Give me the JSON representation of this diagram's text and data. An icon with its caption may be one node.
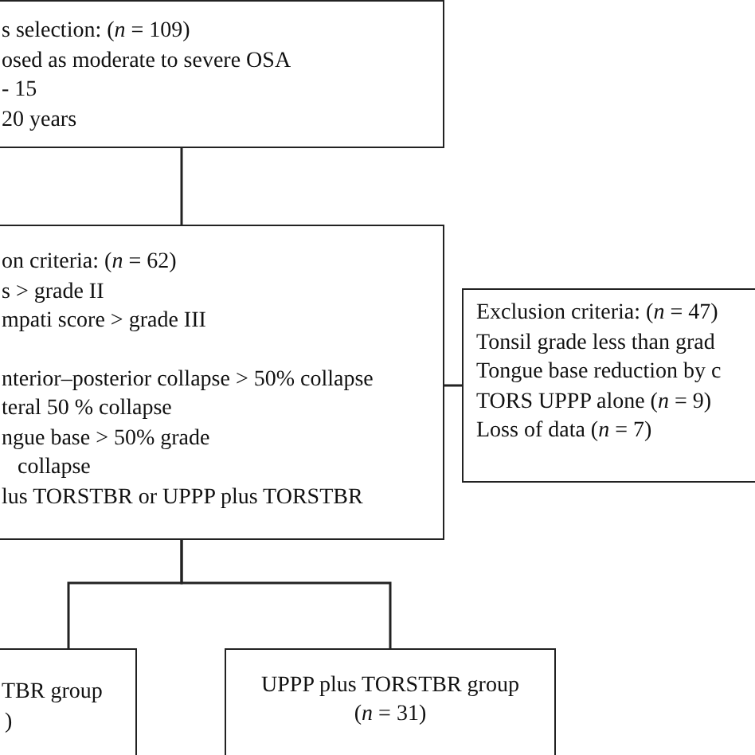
{
  "diagram": {
    "nodes": [
      {
        "text": [
          "s selection: (*n* = 109)",
          "osed as moderate to severe OSA",
          "- 15",
          "20 years"
        ]
      },
      {
        "text": [
          "on  criteria: (*n* =  62)",
          "s > grade II",
          "mpati score > grade III",
          "nterior–posterior collapse > 50% collapse",
          "teral 50 % collapse",
          "ngue base > 50% grade",
          "collapse",
          "lus TORSTBR or  UPPP plus TORSTBR"
        ]
      },
      {
        "text": [
          "Exclusion criteria: (*n* = 47)",
          "Tonsil grade less than grad",
          "Tongue base reduction by c",
          "TORS UPPP alone (*n* = 9)",
          "Loss of data (*n* = 7)"
        ]
      },
      {
        "text": [
          "TBR group",
          ")"
        ]
      },
      {
        "text": [
          "UPPP plus TORSTBR group",
          "(*n* = 31)"
        ]
      }
    ],
    "edges": [
      {
        "from": 0,
        "to": 1,
        "arrow": "none"
      },
      {
        "from": 1,
        "to": 2,
        "arrow": "none"
      },
      {
        "from": 1,
        "to": 3,
        "arrow": "none"
      },
      {
        "from": 1,
        "to": 4,
        "arrow": "none"
      }
    ]
  }
}
